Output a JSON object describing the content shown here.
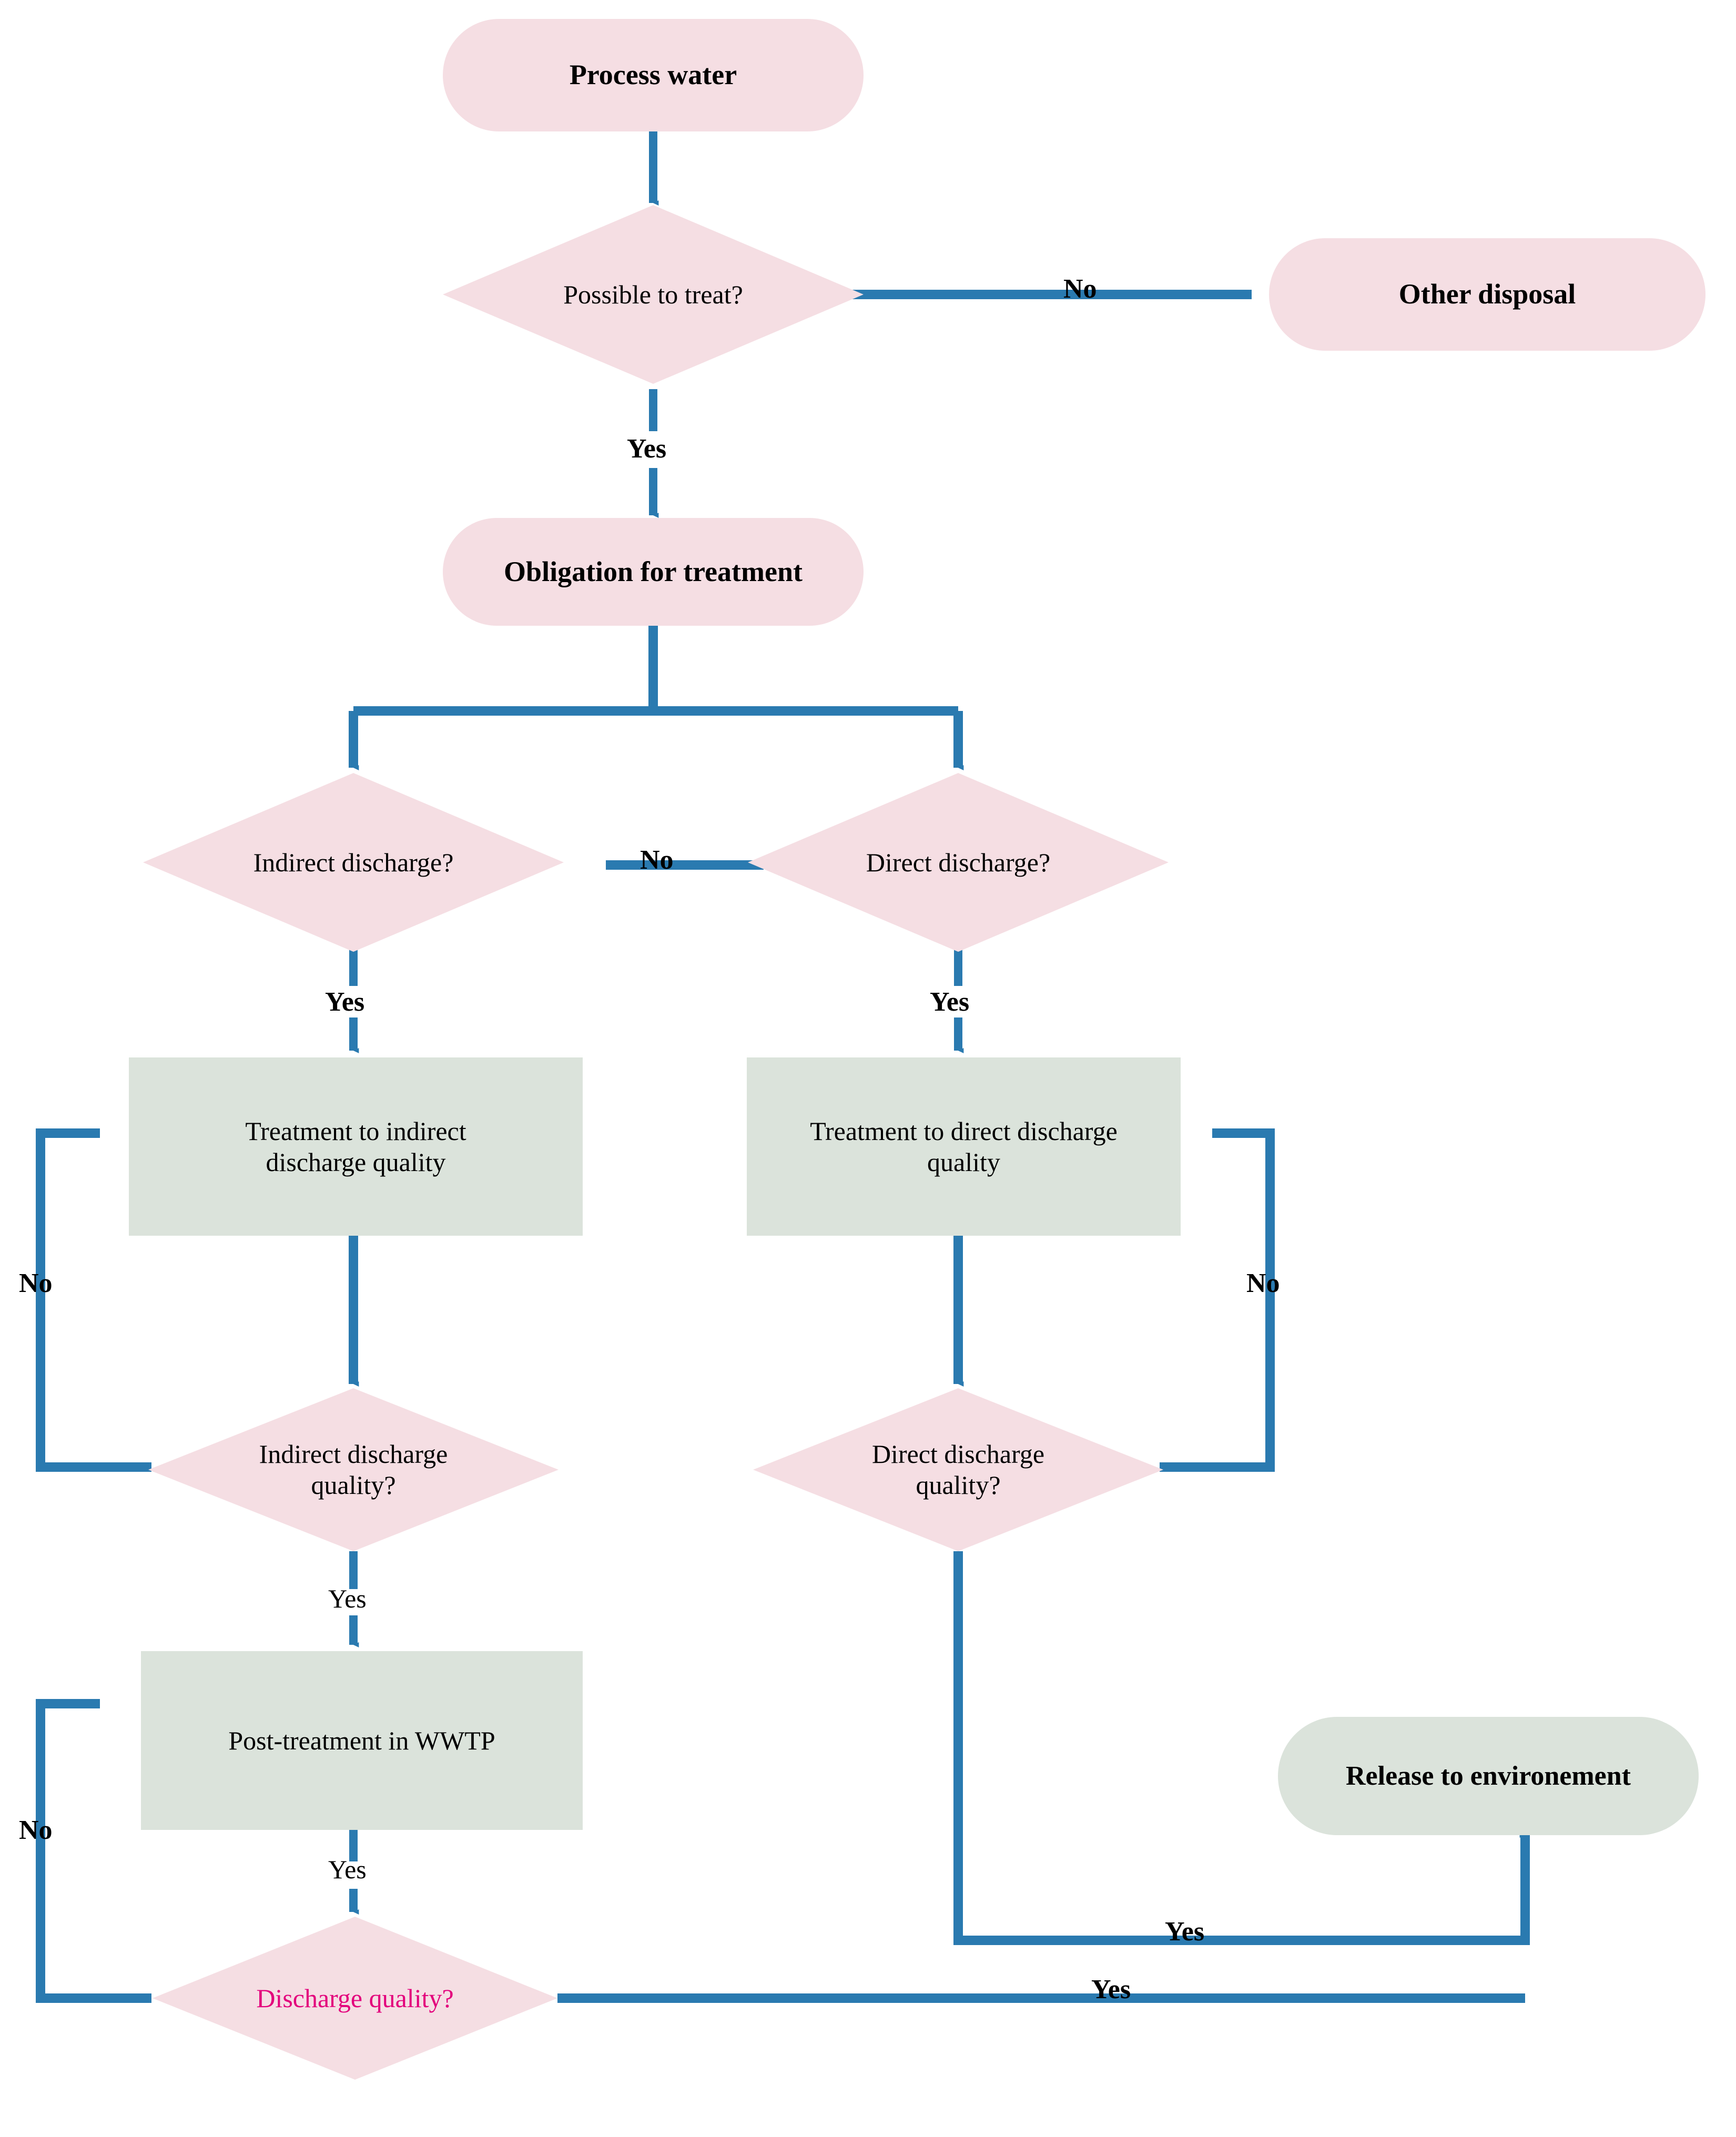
{
  "diagram": {
    "title": "Process water treatment decision flowchart",
    "colors": {
      "pink_fill": "#f5dee3",
      "green_fill": "#dbe3db",
      "connector_blue": "#2a7ab0",
      "text_black": "#000000",
      "highlight_magenta": "#e3007c",
      "background": "#ffffff"
    },
    "nodes": [
      {
        "id": "process-water",
        "label": "Process water",
        "shape": "stadium",
        "fill": "pink"
      },
      {
        "id": "possible-to-treat",
        "label": "Possible to treat?",
        "shape": "diamond",
        "fill": "pink"
      },
      {
        "id": "other-disposal",
        "label": "Other disposal",
        "shape": "stadium",
        "fill": "pink"
      },
      {
        "id": "obligation-for-treatment",
        "label": "Obligation for treatment",
        "shape": "stadium",
        "fill": "pink"
      },
      {
        "id": "indirect-discharge",
        "label": "Indirect discharge?",
        "shape": "diamond",
        "fill": "pink"
      },
      {
        "id": "direct-discharge",
        "label": "Direct discharge?",
        "shape": "diamond",
        "fill": "pink"
      },
      {
        "id": "treatment-indirect",
        "label": "Treatment to indirect discharge quality",
        "shape": "rect",
        "fill": "green"
      },
      {
        "id": "treatment-direct",
        "label": "Treatment to direct discharge quality",
        "shape": "rect",
        "fill": "green"
      },
      {
        "id": "indirect-discharge-quality",
        "label": "Indirect discharge quality?",
        "shape": "diamond",
        "fill": "pink"
      },
      {
        "id": "direct-discharge-quality",
        "label": "Direct discharge quality?",
        "shape": "diamond",
        "fill": "pink"
      },
      {
        "id": "post-treatment-wwtp",
        "label": "Post-treatment in WWTP",
        "shape": "rect",
        "fill": "green"
      },
      {
        "id": "discharge-quality",
        "label": "Discharge quality?",
        "shape": "diamond",
        "fill": "pink"
      },
      {
        "id": "release-to-environment",
        "label": "Release to environement",
        "shape": "stadium",
        "fill": "green"
      }
    ],
    "node_labels": {
      "process_water": "Process water",
      "possible_to_treat": "Possible to treat?",
      "other_disposal": "Other disposal",
      "obligation_for_treatment": "Obligation for treatment",
      "indirect_discharge": "Indirect discharge?",
      "direct_discharge": "Direct discharge?",
      "treatment_indirect_l1": "Treatment to indirect",
      "treatment_indirect_l2": "discharge quality",
      "treatment_direct_l1": "Treatment to direct discharge",
      "treatment_direct_l2": "quality",
      "indirect_discharge_quality_l1": "Indirect discharge",
      "indirect_discharge_quality_l2": "quality?",
      "direct_discharge_quality_l1": "Direct discharge",
      "direct_discharge_quality_l2": "quality?",
      "post_treatment_wwtp": "Post-treatment in WWTP",
      "discharge_quality": "Discharge quality?",
      "release_to_environment": "Release to environement"
    },
    "edge_labels": {
      "possible_no": "No",
      "possible_yes": "Yes",
      "direct_to_indirect_no": "No",
      "indirect_yes": "Yes",
      "direct_yes": "Yes",
      "indirect_quality_no": "No",
      "direct_quality_no": "No",
      "indirect_quality_yes": "Yes",
      "post_treatment_yes": "Yes",
      "direct_quality_yes": "Yes",
      "discharge_quality_yes": "Yes"
    },
    "edges": [
      {
        "from": "process-water",
        "to": "possible-to-treat",
        "label": ""
      },
      {
        "from": "possible-to-treat",
        "to": "other-disposal",
        "label": "No"
      },
      {
        "from": "possible-to-treat",
        "to": "obligation-for-treatment",
        "label": "Yes"
      },
      {
        "from": "obligation-for-treatment",
        "to": "indirect-discharge",
        "label": ""
      },
      {
        "from": "obligation-for-treatment",
        "to": "direct-discharge",
        "label": ""
      },
      {
        "from": "direct-discharge",
        "to": "indirect-discharge",
        "label": "No"
      },
      {
        "from": "indirect-discharge",
        "to": "treatment-indirect",
        "label": "Yes"
      },
      {
        "from": "direct-discharge",
        "to": "treatment-direct",
        "label": "Yes"
      },
      {
        "from": "treatment-indirect",
        "to": "indirect-discharge-quality",
        "label": ""
      },
      {
        "from": "treatment-direct",
        "to": "direct-discharge-quality",
        "label": ""
      },
      {
        "from": "indirect-discharge-quality",
        "to": "treatment-indirect",
        "label": "No"
      },
      {
        "from": "direct-discharge-quality",
        "to": "treatment-direct",
        "label": "No"
      },
      {
        "from": "indirect-discharge-quality",
        "to": "post-treatment-wwtp",
        "label": "Yes"
      },
      {
        "from": "post-treatment-wwtp",
        "to": "discharge-quality",
        "label": "Yes"
      },
      {
        "from": "discharge-quality",
        "to": "post-treatment-wwtp",
        "label": "No"
      },
      {
        "from": "direct-discharge-quality",
        "to": "release-to-environment",
        "label": "Yes"
      },
      {
        "from": "discharge-quality",
        "to": "release-to-environment",
        "label": "Yes"
      }
    ]
  }
}
